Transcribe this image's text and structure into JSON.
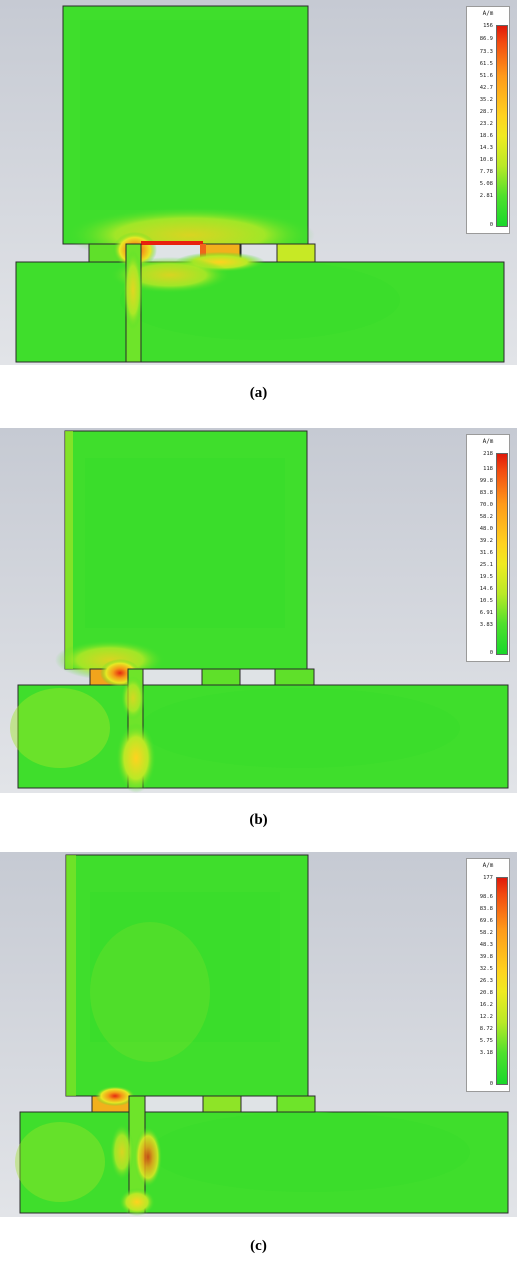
{
  "panels": [
    {
      "caption": "(a)",
      "legend": {
        "unit": "A/m",
        "ticks": [
          "156",
          "86.9",
          "73.3",
          "61.5",
          "51.6",
          "42.7",
          "35.2",
          "28.7",
          "23.2",
          "18.6",
          "14.3",
          "10.8",
          "7.78",
          "5.08",
          "2.81",
          "0"
        ]
      }
    },
    {
      "caption": "(b)",
      "legend": {
        "unit": "A/m",
        "ticks": [
          "218",
          "118",
          "99.8",
          "83.8",
          "70.0",
          "58.2",
          "48.0",
          "39.2",
          "31.6",
          "25.1",
          "19.5",
          "14.6",
          "10.5",
          "6.91",
          "3.83",
          "0"
        ]
      }
    },
    {
      "caption": "(c)",
      "legend": {
        "unit": "A/m",
        "ticks": [
          "177",
          "98.6",
          "83.8",
          "69.6",
          "58.2",
          "48.3",
          "39.8",
          "32.5",
          "26.3",
          "20.8",
          "16.2",
          "12.2",
          "8.72",
          "5.75",
          "3.18",
          "0"
        ]
      }
    }
  ]
}
